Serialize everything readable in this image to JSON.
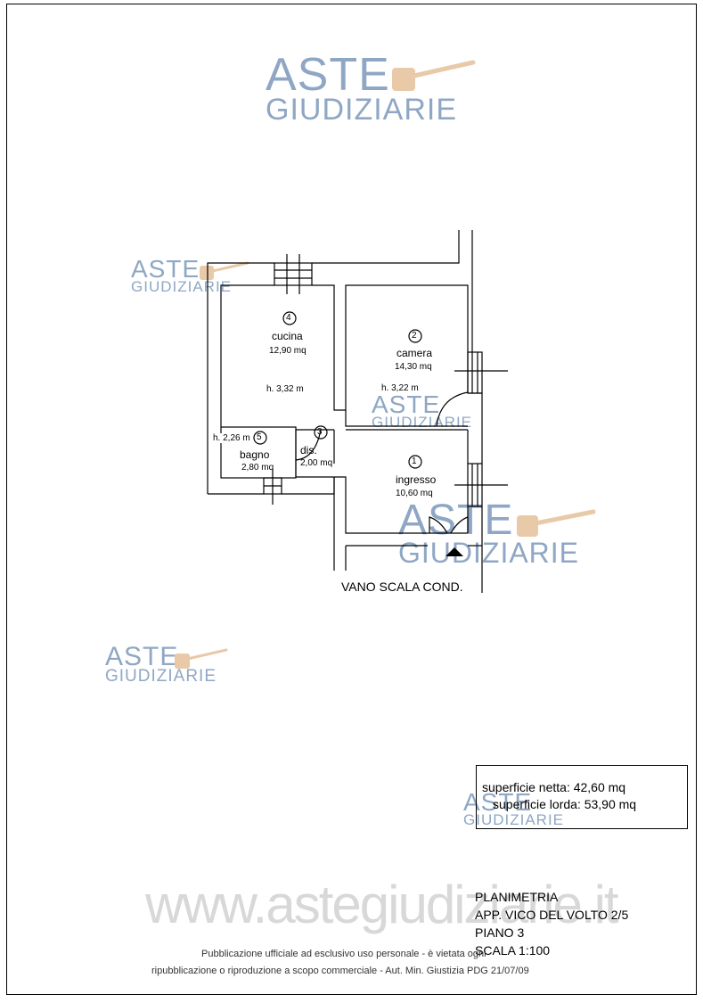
{
  "watermark": {
    "line1": "ASTE",
    "line2": "GIUDIZIARIE"
  },
  "site_watermark": "www.astegiudiziarie.it",
  "rooms": [
    {
      "number": "4",
      "name": "cucina",
      "area": "12,90 mq",
      "height": "h. 3,32 m"
    },
    {
      "number": "2",
      "name": "camera",
      "area": "14,30 mq",
      "height": "h. 3,22 m"
    },
    {
      "number": "3",
      "name": "dis.",
      "area": "2,00 mq"
    },
    {
      "number": "5",
      "name": "bagno",
      "area": "2,80 mq",
      "height": "h. 2,26 m"
    },
    {
      "number": "1",
      "name": "ingresso",
      "area": "10,60 mq"
    }
  ],
  "stair_label": "VANO SCALA COND.",
  "surface": {
    "net": "superficie netta: 42,60 mq",
    "gross": "superficie lorda: 53,90 mq"
  },
  "title_block": {
    "line1": "PLANIMETRIA",
    "line2": "APP. VICO DEL VOLTO 2/5",
    "line3": "PIANO 3",
    "line4": "SCALA 1:100"
  },
  "footer": {
    "line1": "Pubblicazione ufficiale ad esclusivo uso personale - è vietata ogni",
    "line2": "ripubblicazione o riproduzione a scopo commerciale - Aut. Min. Giustizia PDG 21/07/09"
  }
}
